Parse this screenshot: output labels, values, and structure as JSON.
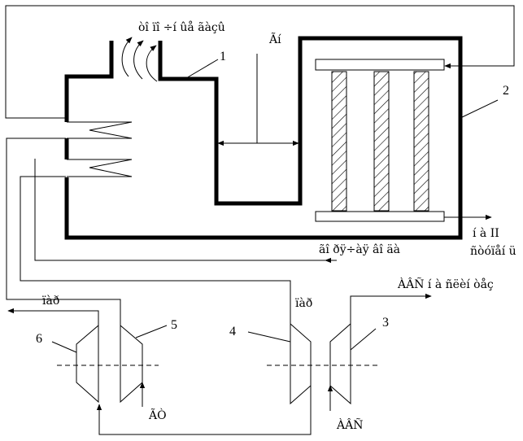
{
  "labels": {
    "exhaust": "òî ïî ÷í ûå ãàçû",
    "gap": "Ãí",
    "hot_water": "ãî ðÿ÷àÿ âî äà",
    "to_consumer_line1": "í à II",
    "to_consumer_line2": "ñòóïåí ü",
    "steam_out": "ïàð",
    "steam_in": "ïàð",
    "turbine_out": "ÀÂÑ í à ñëèí òåç",
    "fuel_input": "ÃÒ",
    "turbine_input": "ÀÂÑ"
  },
  "numbers": {
    "n1": "1",
    "n2": "2",
    "n3": "3",
    "n4": "4",
    "n5": "5",
    "n6": "6"
  }
}
